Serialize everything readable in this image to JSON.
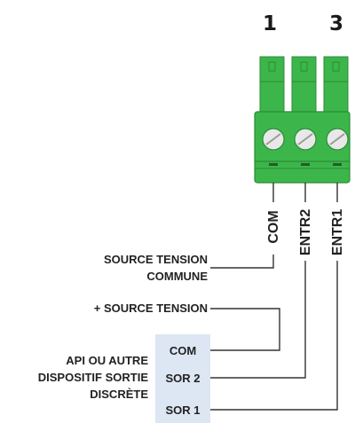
{
  "terminal_numbers": {
    "left": "1",
    "right": "3"
  },
  "pin_labels": [
    "COM",
    "ENTR2",
    "ENTR1"
  ],
  "left_labels": {
    "common_source_line1": "SOURCE TENSION",
    "common_source_line2": "COMMUNE",
    "plus_source": "+ SOURCE TENSION",
    "device_line1": "API OU AUTRE",
    "device_line2": "DISPOSITIF SORTIE",
    "device_line3": "DISCRÈTE"
  },
  "device_box_labels": [
    "COM",
    "SOR 2",
    "SOR 1"
  ],
  "colors": {
    "connector_green": "#3cb64a",
    "connector_dark_green": "#2a8c36",
    "screw_light": "#e8e8e8",
    "device_box_fill": "#dde6f3",
    "wire": "#333333"
  }
}
